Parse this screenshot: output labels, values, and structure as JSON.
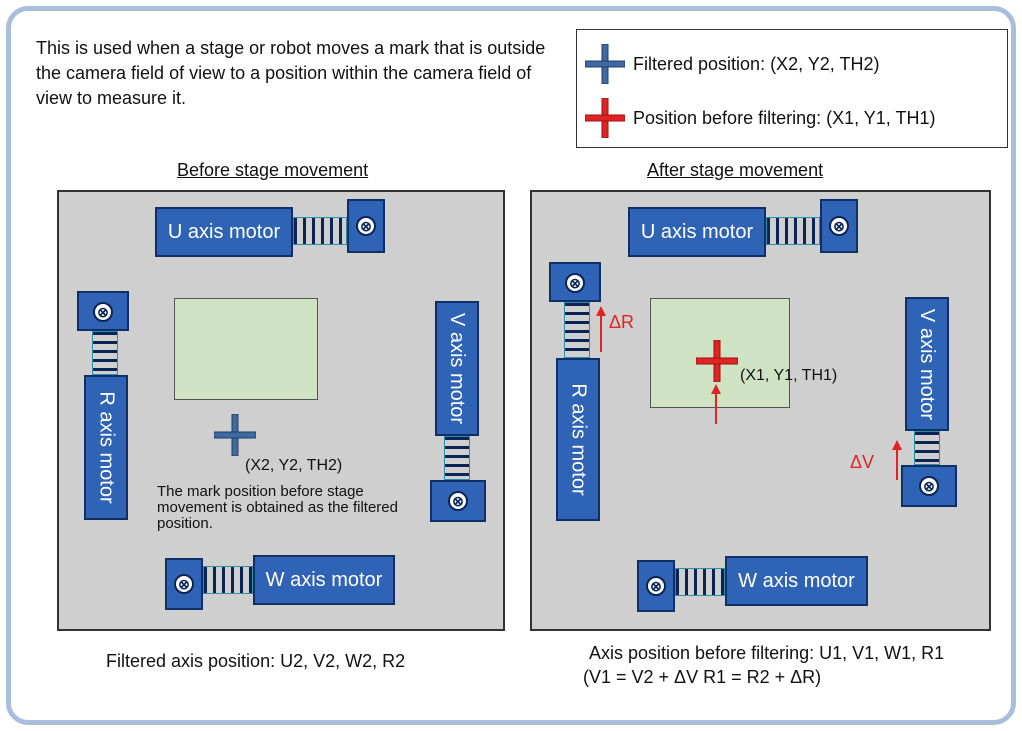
{
  "intro_text": "This is used when a stage or robot moves a mark that is outside the camera field of view to a position within the camera field of view to measure it.",
  "legend": {
    "filtered": "Filtered position: (X2, Y2, TH2)",
    "before": "Position before filtering: (X1, Y1, TH1)"
  },
  "left_panel": {
    "heading": "Before stage movement",
    "u_motor": "U axis motor",
    "v_motor": "V axis motor",
    "w_motor": "W axis motor",
    "r_motor": "R axis motor",
    "mark_label": "(X2, Y2, TH2)",
    "note": "The mark position before stage movement is obtained as the filtered position.",
    "caption": "Filtered axis position: U2, V2, W2, R2"
  },
  "right_panel": {
    "heading": "After stage movement",
    "u_motor": "U axis motor",
    "v_motor": "V axis motor",
    "w_motor": "W axis motor",
    "r_motor": "R axis motor",
    "mark_label": "(X1, Y1, TH1)",
    "delta_r": "ΔR",
    "delta_v": "ΔV",
    "caption": "Axis position before filtering: U1, V1, W1, R1",
    "caption2": "(V1 = V2 + ΔV  R1 = R2 + ΔR)"
  },
  "colors": {
    "filtered_cross": "#3f6aa0",
    "before_cross": "#e02424",
    "motor": "#2f63b5",
    "rail": "#6fd3e6",
    "panel": "#cfcfcf",
    "fov": "#cfe3c4",
    "frame": "#a9bedc"
  },
  "icons": {
    "filtered_marker": "blue-cross-icon",
    "before_marker": "red-cross-icon",
    "screw": "screw-icon"
  }
}
